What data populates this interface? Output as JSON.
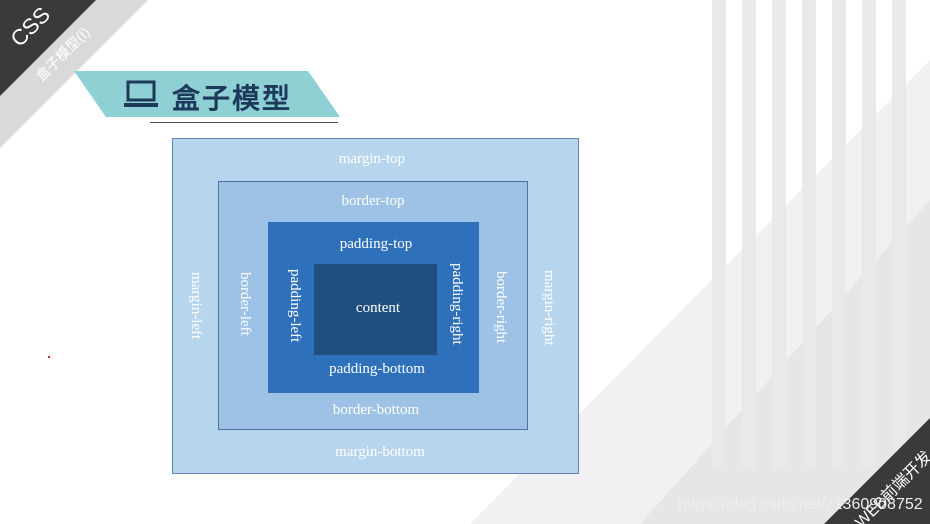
{
  "corner": {
    "top_left_main": "CSS",
    "top_left_sub": "盒子模型(I)",
    "bottom_right": "WEB前端开发"
  },
  "title": {
    "icon": "laptop-icon",
    "text": "盒子模型"
  },
  "box_model": {
    "margin": {
      "top": "margin-top",
      "bottom": "margin-bottom",
      "left": "margin-left",
      "right": "margin-right"
    },
    "border": {
      "top": "border-top",
      "bottom": "border-bottom",
      "left": "border-left",
      "right": "border-right"
    },
    "padding": {
      "top": "padding-top",
      "bottom": "padding-bottom",
      "left": "padding-left",
      "right": "padding-right"
    },
    "content": "content"
  },
  "watermark": "https://blog.csdn.net/z1360908752",
  "colors": {
    "banner": "#8fd0d4",
    "margin": "#b8d5ee",
    "border": "#9ec2e6",
    "padding": "#2e70b9",
    "content": "#1f4f7e",
    "corner": "#3a3a3a"
  }
}
